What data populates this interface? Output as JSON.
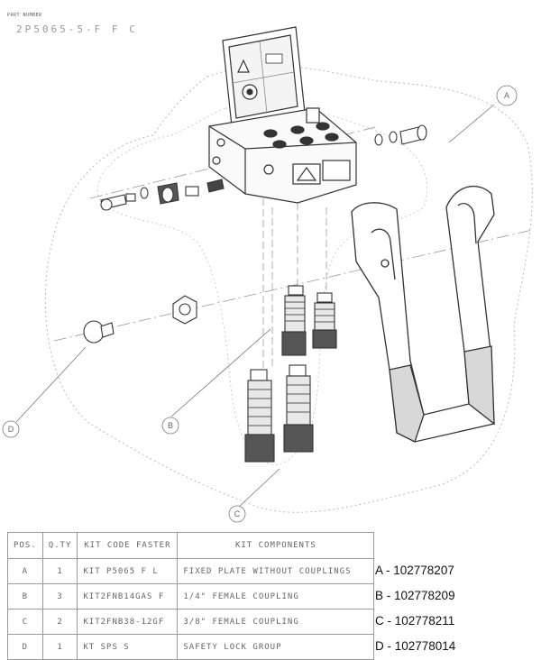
{
  "header": {
    "caption": "PART NUMBER",
    "part_number": "2P5065-5-F F C"
  },
  "callouts": [
    "A",
    "B",
    "C",
    "D"
  ],
  "table": {
    "headers": [
      "POS.",
      "Q.TY",
      "KIT CODE FASTER",
      "KIT COMPONENTS"
    ],
    "rows": [
      {
        "pos": "A",
        "qty": "1",
        "code": "KIT P5065 F L",
        "components": "FIXED PLATE WITHOUT COUPLINGS"
      },
      {
        "pos": "B",
        "qty": "3",
        "code": "KIT2FNB14GAS F",
        "components": "1/4\" FEMALE COUPLING"
      },
      {
        "pos": "C",
        "qty": "2",
        "code": "KIT2FNB38-12GF",
        "components": "3/8\" FEMALE COUPLING"
      },
      {
        "pos": "D",
        "qty": "1",
        "code": "KT SPS S",
        "components": "SAFETY LOCK GROUP"
      }
    ]
  },
  "order_codes": [
    "A - 102778207",
    "B - 102778209",
    "C - 102778211",
    "D - 102778014"
  ]
}
